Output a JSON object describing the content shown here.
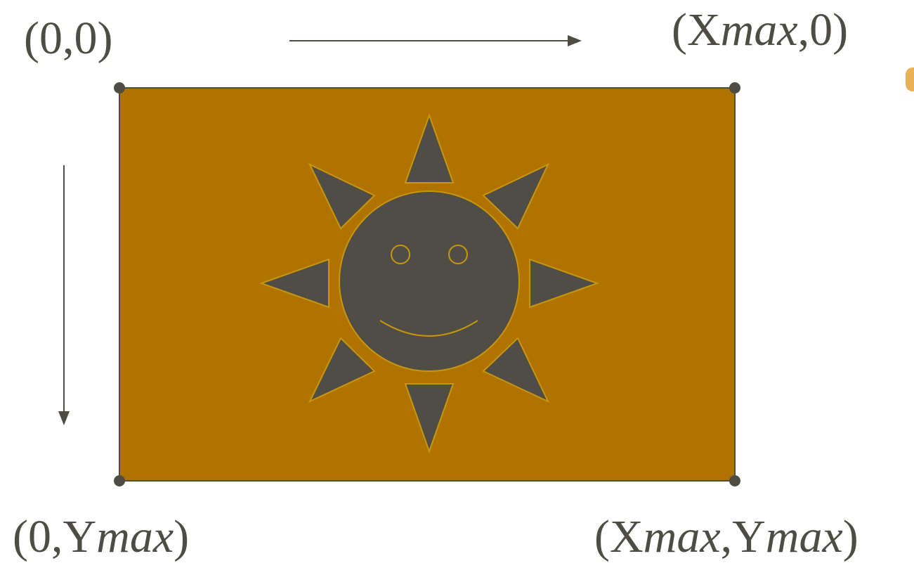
{
  "labels": {
    "top_left": "(0,0)",
    "top_right": {
      "prefix": "(X",
      "max": "max",
      "suffix": ",0)"
    },
    "bottom_left": {
      "prefix": "(0,Y",
      "max": "max",
      "suffix": ")"
    },
    "bottom_right": {
      "prefix1": "(X",
      "max1": "max",
      "mid": ",Y",
      "max2": "max",
      "suffix": ")"
    }
  },
  "colors": {
    "canvas_fill": "#b07300",
    "sun_fill": "#4f4d45",
    "outline": "#c8960a",
    "ink": "#4e4d44"
  },
  "icons": {
    "sun": "smiling-sun-icon"
  }
}
